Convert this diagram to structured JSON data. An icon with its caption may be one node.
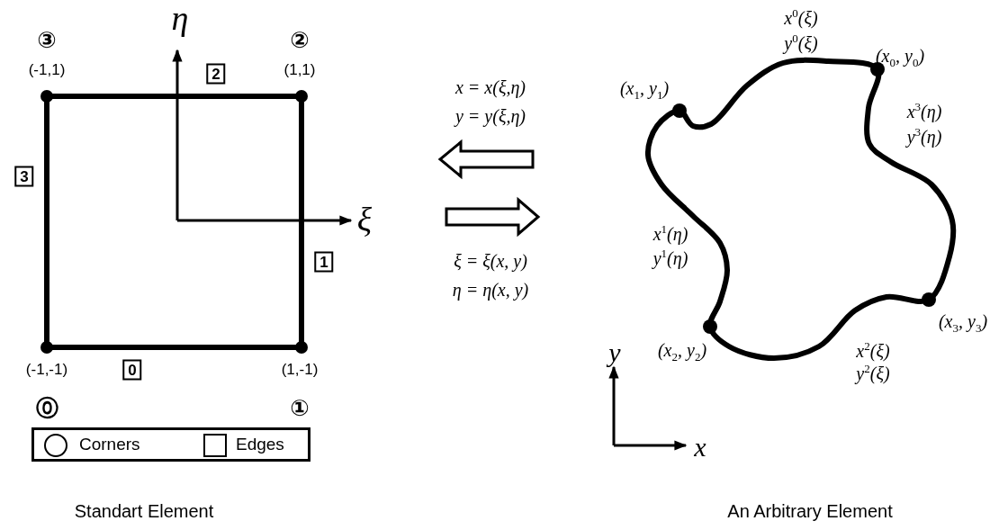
{
  "diagram": {
    "labels": [
      "③",
      "(-1,1)",
      "η",
      "2",
      "②",
      "(1,1)",
      "x$^{0}$(ξ)",
      "y$^{0}$(ξ)",
      "(x$_{0}$, y$_{0}$)",
      "x = x(ξ,η)",
      "y = y(ξ,η)",
      "(x$_{1}$, y$_{1}$)",
      "x$^{3}$(η)",
      "y$^{3}$(η)",
      "3",
      "ξ",
      "1",
      "x$^{1}$(η)",
      "y$^{1}$(η)",
      "ξ = ξ(x, y)",
      "η = η(x, y)",
      "(x$_{3}$, y$_{3}$)",
      "(x$_{2}$, y$_{2}$)",
      "y",
      "x$^{2}$(ξ)",
      "y$^{2}$(ξ)",
      "(-1,-1)",
      "0",
      "(1,-1)",
      "⓪",
      "①",
      "x",
      "Standart Element",
      "An Arbitrary Element"
    ],
    "legend": [
      {
        "text": "Corners"
      },
      {
        "text": "Edges"
      }
    ]
  }
}
